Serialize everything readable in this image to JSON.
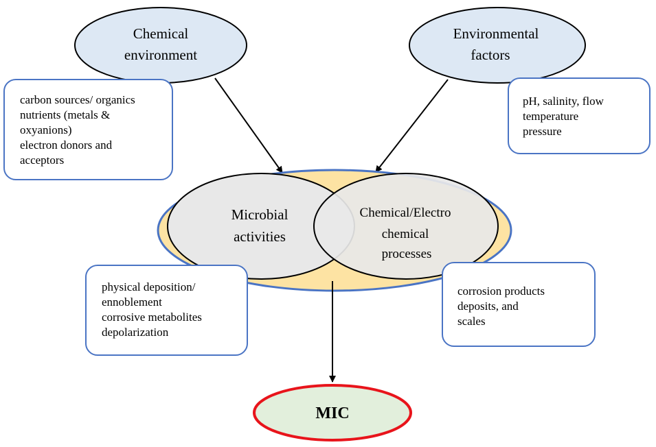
{
  "colors": {
    "top_ellipse_fill": "#dde8f4",
    "outer_ellipse_fill": "#fde3a3",
    "outer_ellipse_stroke": "#4a74c4",
    "inner_ellipse_fill": "#e8e8e8",
    "box_border": "#4a74c4",
    "mic_fill": "#e2efdc",
    "mic_stroke": "#e8141b"
  },
  "nodes": {
    "chemical_environment": {
      "line1": "Chemical",
      "line2": "environment"
    },
    "environmental_factors": {
      "line1": "Environmental",
      "line2": "factors"
    },
    "microbial_activities": {
      "line1": "Microbial",
      "line2": "activities"
    },
    "chem_electro_processes": {
      "line1": "Chemical/Electro",
      "line2": "chemical",
      "line3": "processes"
    },
    "mic": {
      "label": "MIC"
    }
  },
  "boxes": {
    "chemical_details": [
      "carbon sources/ organics",
      "nutrients (metals &",
      "oxyanions)",
      "electron donors and",
      "acceptors"
    ],
    "environmental_details": [
      "pH, salinity, flow",
      "temperature",
      "pressure"
    ],
    "microbial_details": [
      "physical deposition/",
      "ennoblement",
      "corrosive metabolites",
      "depolarization"
    ],
    "chemical_process_details": [
      "corrosion products",
      "deposits, and",
      "scales"
    ]
  }
}
